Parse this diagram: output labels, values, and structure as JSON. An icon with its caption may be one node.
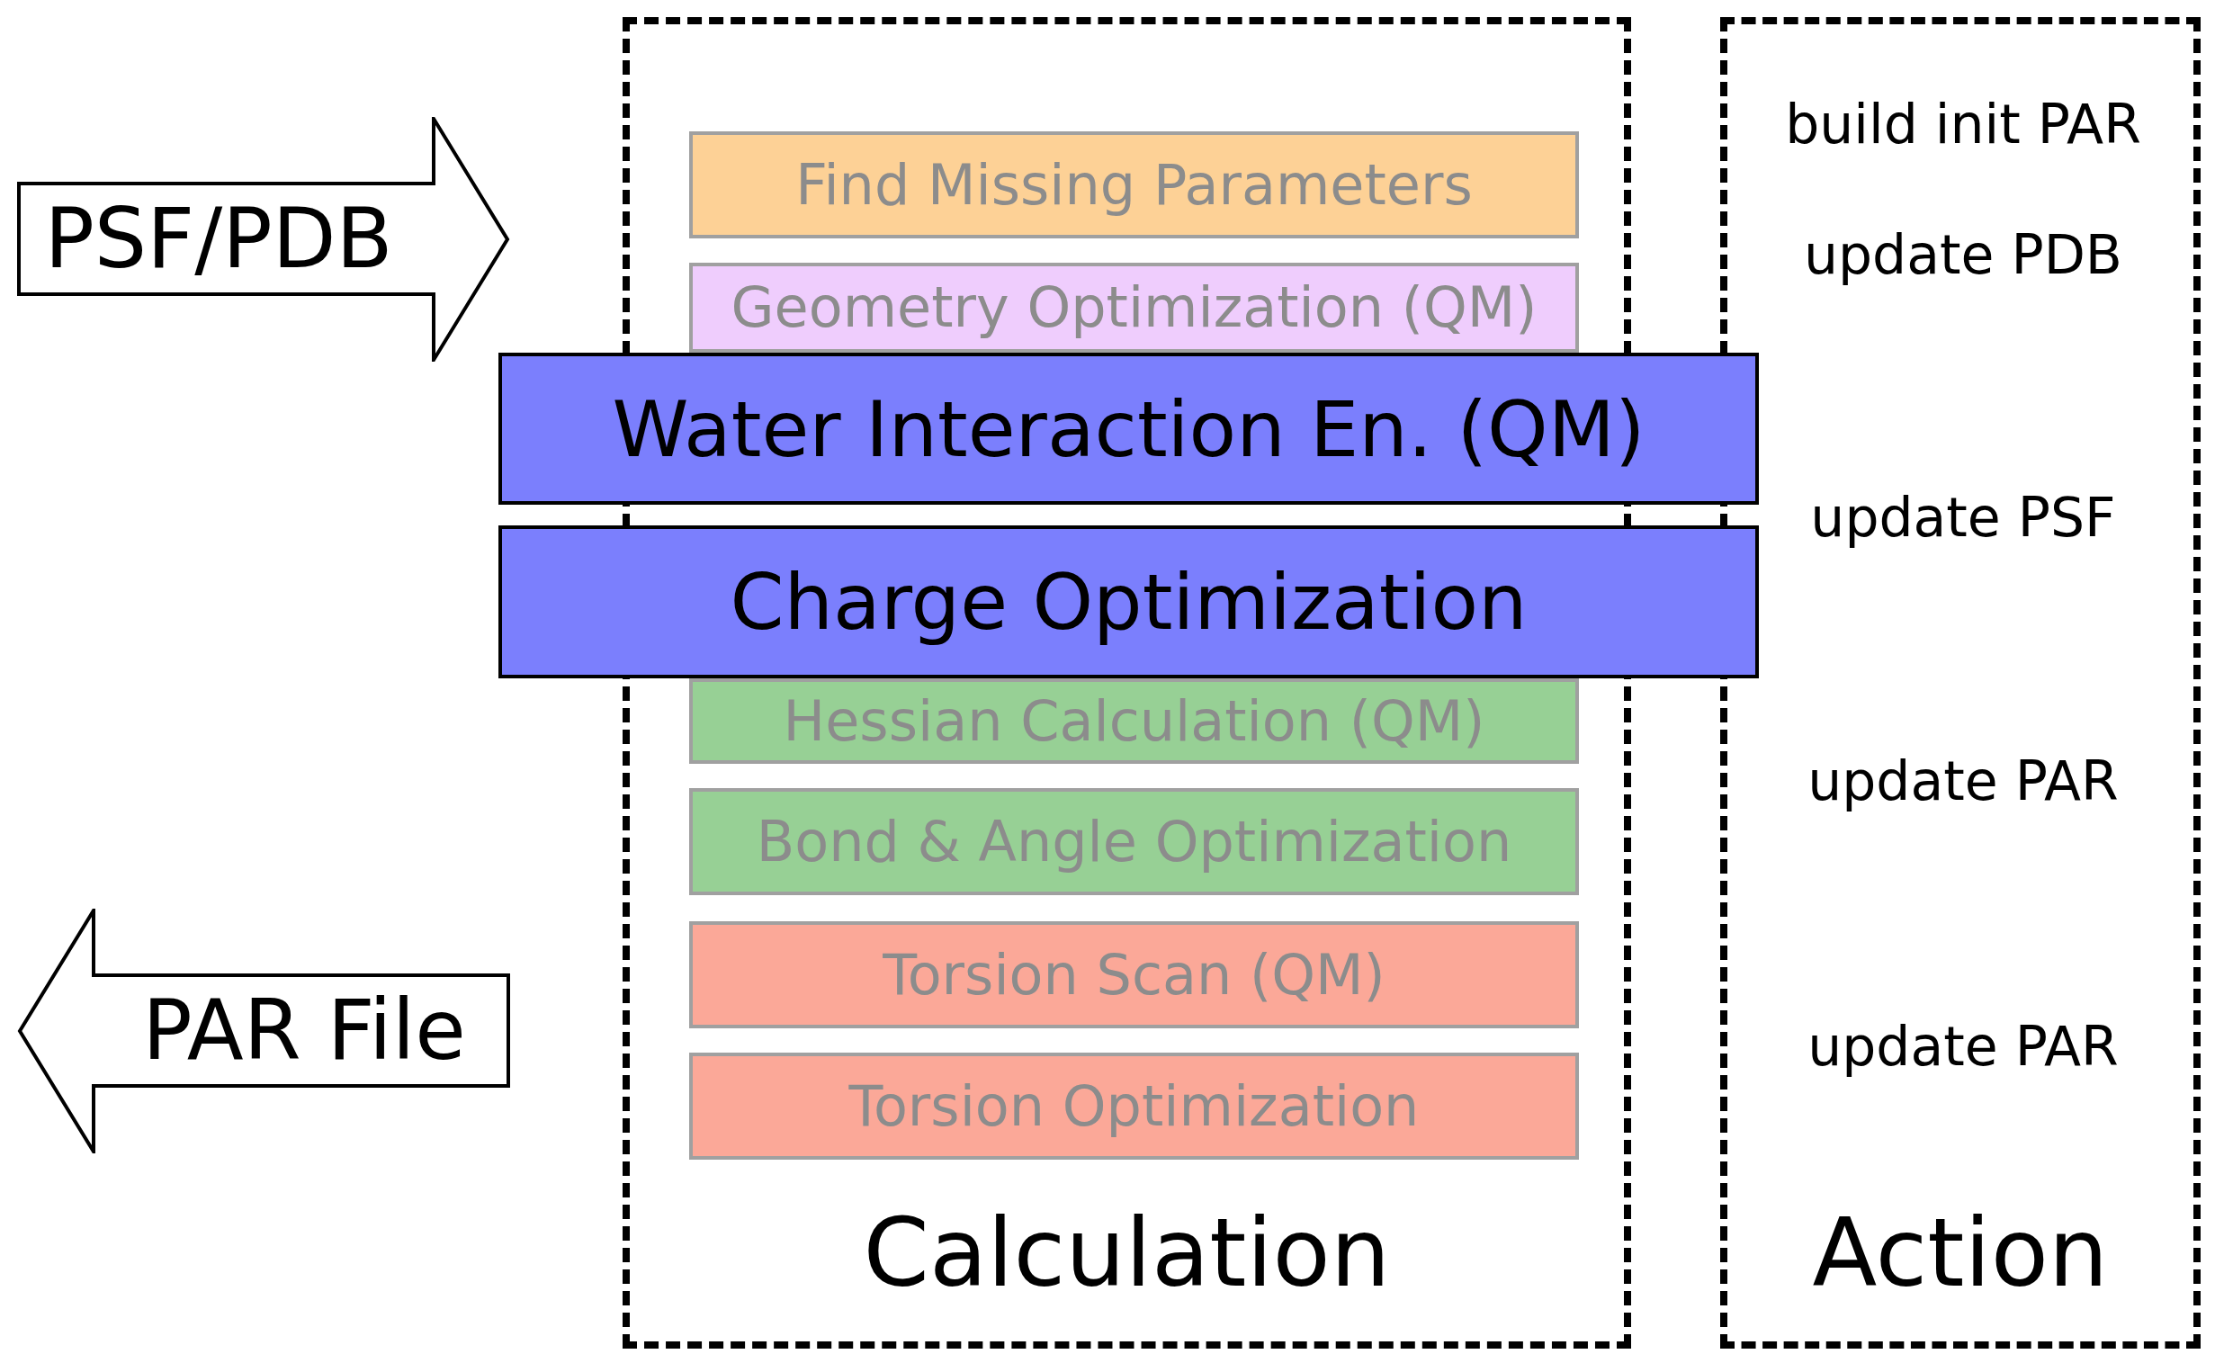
{
  "diagram": {
    "nodes": [
      {
        "text": [
          "PSF/PDB"
        ]
      },
      {
        "text": [
          "Calculation"
        ]
      },
      {
        "text": [
          "Find Missing Parameters"
        ],
        "in": 1
      },
      {
        "text": [
          "Geometry Optimization (QM)"
        ],
        "in": 1
      },
      {
        "text": [
          "Hessian Calculation (QM)"
        ],
        "in": 1
      },
      {
        "text": [
          "Bond & Angle Optimization"
        ],
        "in": 1
      },
      {
        "text": [
          "Torsion Scan (QM)"
        ],
        "in": 1
      },
      {
        "text": [
          "Torsion Optimization"
        ],
        "in": 1
      },
      {
        "text": [
          "Water Interaction En. (QM)"
        ]
      },
      {
        "text": [
          "Charge Optimization"
        ]
      },
      {
        "text": [
          "PAR File"
        ]
      },
      {
        "text": [
          "Action"
        ]
      }
    ],
    "labels": [
      "build init PAR",
      "update PDB",
      "update PSF",
      "update PAR",
      "update PAR"
    ]
  }
}
